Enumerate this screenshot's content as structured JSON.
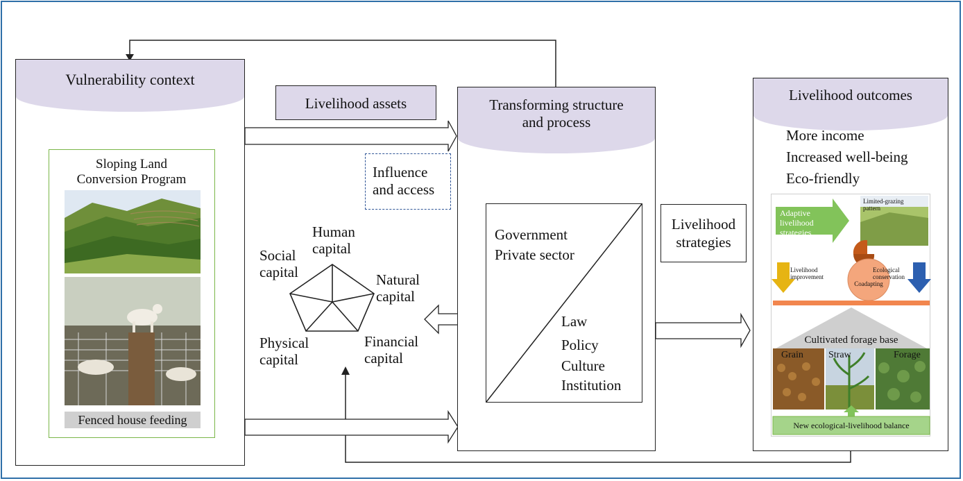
{
  "vulnerability": {
    "title": "Vulnerability context",
    "program_title_line1": "Sloping Land",
    "program_title_line2": "Conversion Program",
    "fenced_caption": "Fenced house feeding"
  },
  "assets": {
    "title": "Livelihood assets",
    "influence_line1": "Influence",
    "influence_line2": "and access",
    "human_line1": "Human",
    "human_line2": "capital",
    "social_line1": "Social",
    "social_line2": "capital",
    "natural_line1": "Natural",
    "natural_line2": "capital",
    "physical_line1": "Physical",
    "physical_line2": "capital",
    "financial_line1": "Financial",
    "financial_line2": "capital"
  },
  "transforming": {
    "title_line1": "Transforming structure",
    "title_line2": "and process",
    "government": "Government",
    "private": "Private sector",
    "law": "Law",
    "policy": "Policy",
    "culture": "Culture",
    "institution": "Institution"
  },
  "strategies": {
    "line1": "Livelihood",
    "line2": "strategies"
  },
  "outcomes": {
    "title": "Livelihood outcomes",
    "item1": "More income",
    "item2": "Increased well-being",
    "item3": "Eco-friendly",
    "adaptive_line1": "Adaptive",
    "adaptive_line2": "livelihood",
    "adaptive_line3": "strategies",
    "limited_line1": "Limited-grazing",
    "limited_line2": "pattern",
    "improvement_line1": "Livelihood",
    "improvement_line2": "improvement",
    "conservation_line1": "Ecological",
    "conservation_line2": "conservation",
    "coadapting": "Coadapting",
    "forage_base": "Cultivated forage base",
    "grain": "Grain",
    "straw": "Straw",
    "forage": "Forage",
    "balance": "New ecological-livelihood balance"
  },
  "colors": {
    "header_fill": "#ddd8ea",
    "frame_border": "#2f6fa8",
    "green_panel_border": "#7ab648",
    "adaptive_green": "#82c35a",
    "coadapting_fill": "#f4a67c",
    "bar_orange": "#f2864e",
    "arrow_yellow": "#e6b413",
    "arrow_blue": "#2c5fb0",
    "balance_fill": "#a5d48a"
  }
}
